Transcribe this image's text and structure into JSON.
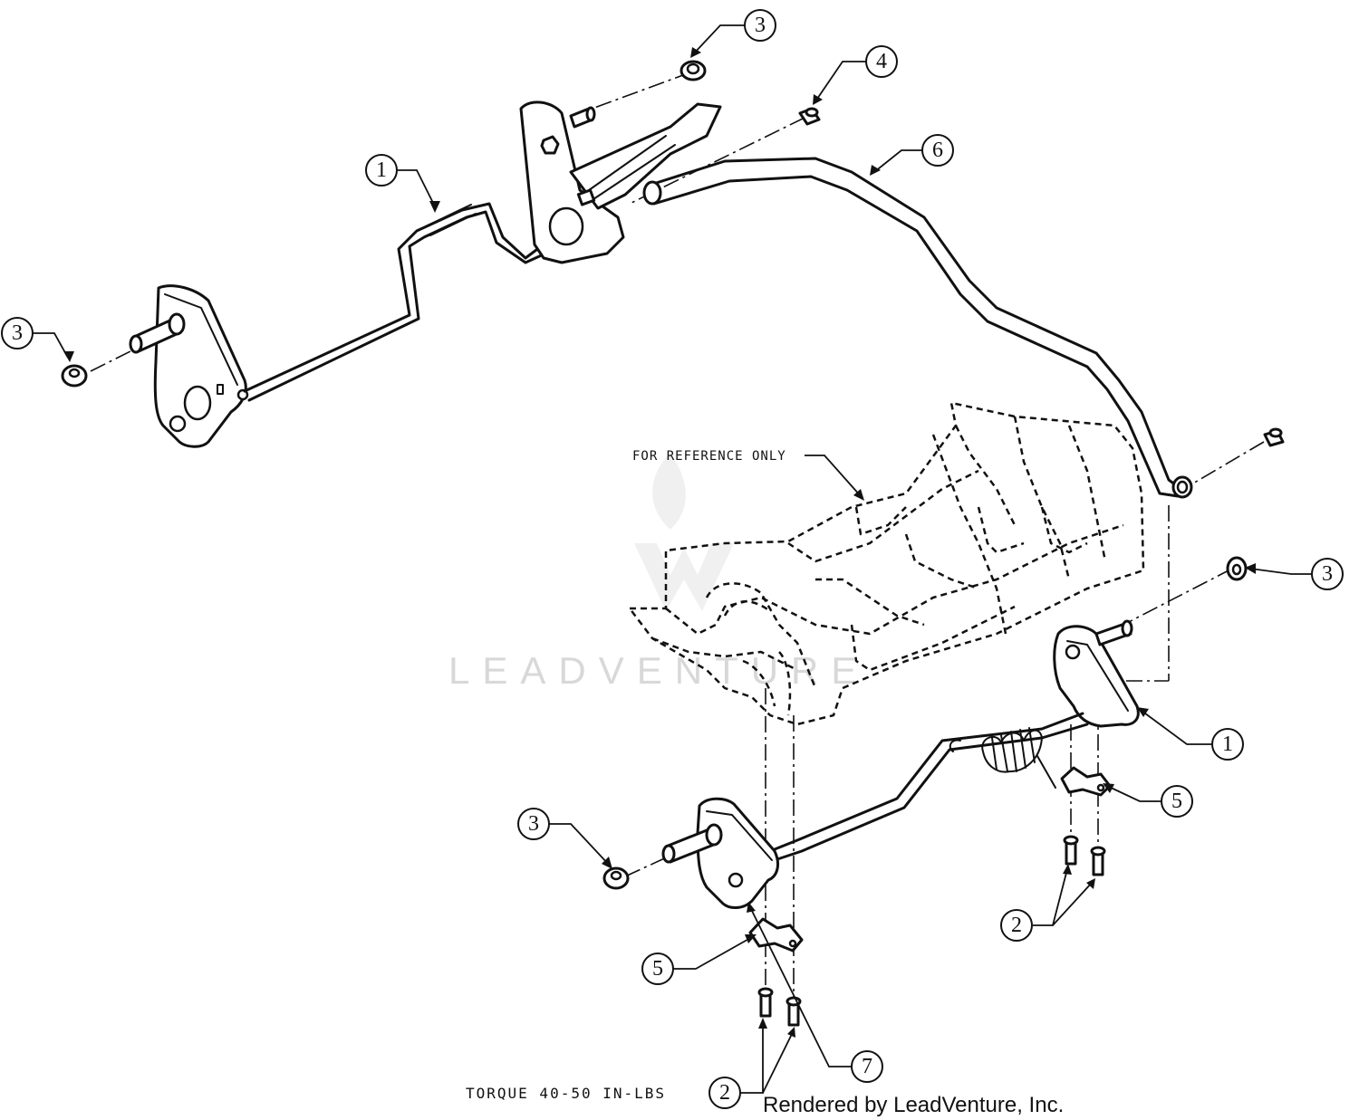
{
  "callouts": [
    {
      "id": "c1-top",
      "label": "1"
    },
    {
      "id": "c3-top",
      "label": "3"
    },
    {
      "id": "c4-top",
      "label": "4"
    },
    {
      "id": "c6-top",
      "label": "6"
    },
    {
      "id": "c3-left",
      "label": "3"
    },
    {
      "id": "c3-right",
      "label": "3"
    },
    {
      "id": "c1-right",
      "label": "1"
    },
    {
      "id": "c5-right",
      "label": "5"
    },
    {
      "id": "c3-bottom",
      "label": "3"
    },
    {
      "id": "c2-right",
      "label": "2"
    },
    {
      "id": "c5-left",
      "label": "5"
    },
    {
      "id": "c7-bottom",
      "label": "7"
    },
    {
      "id": "c2-bottom",
      "label": "2"
    }
  ],
  "notes": {
    "reference": "FOR REFERENCE ONLY",
    "torque": "TORQUE 40-50 IN-LBS",
    "credit": "Rendered by LeadVenture, Inc.",
    "watermark": "LEADVENTURE"
  }
}
